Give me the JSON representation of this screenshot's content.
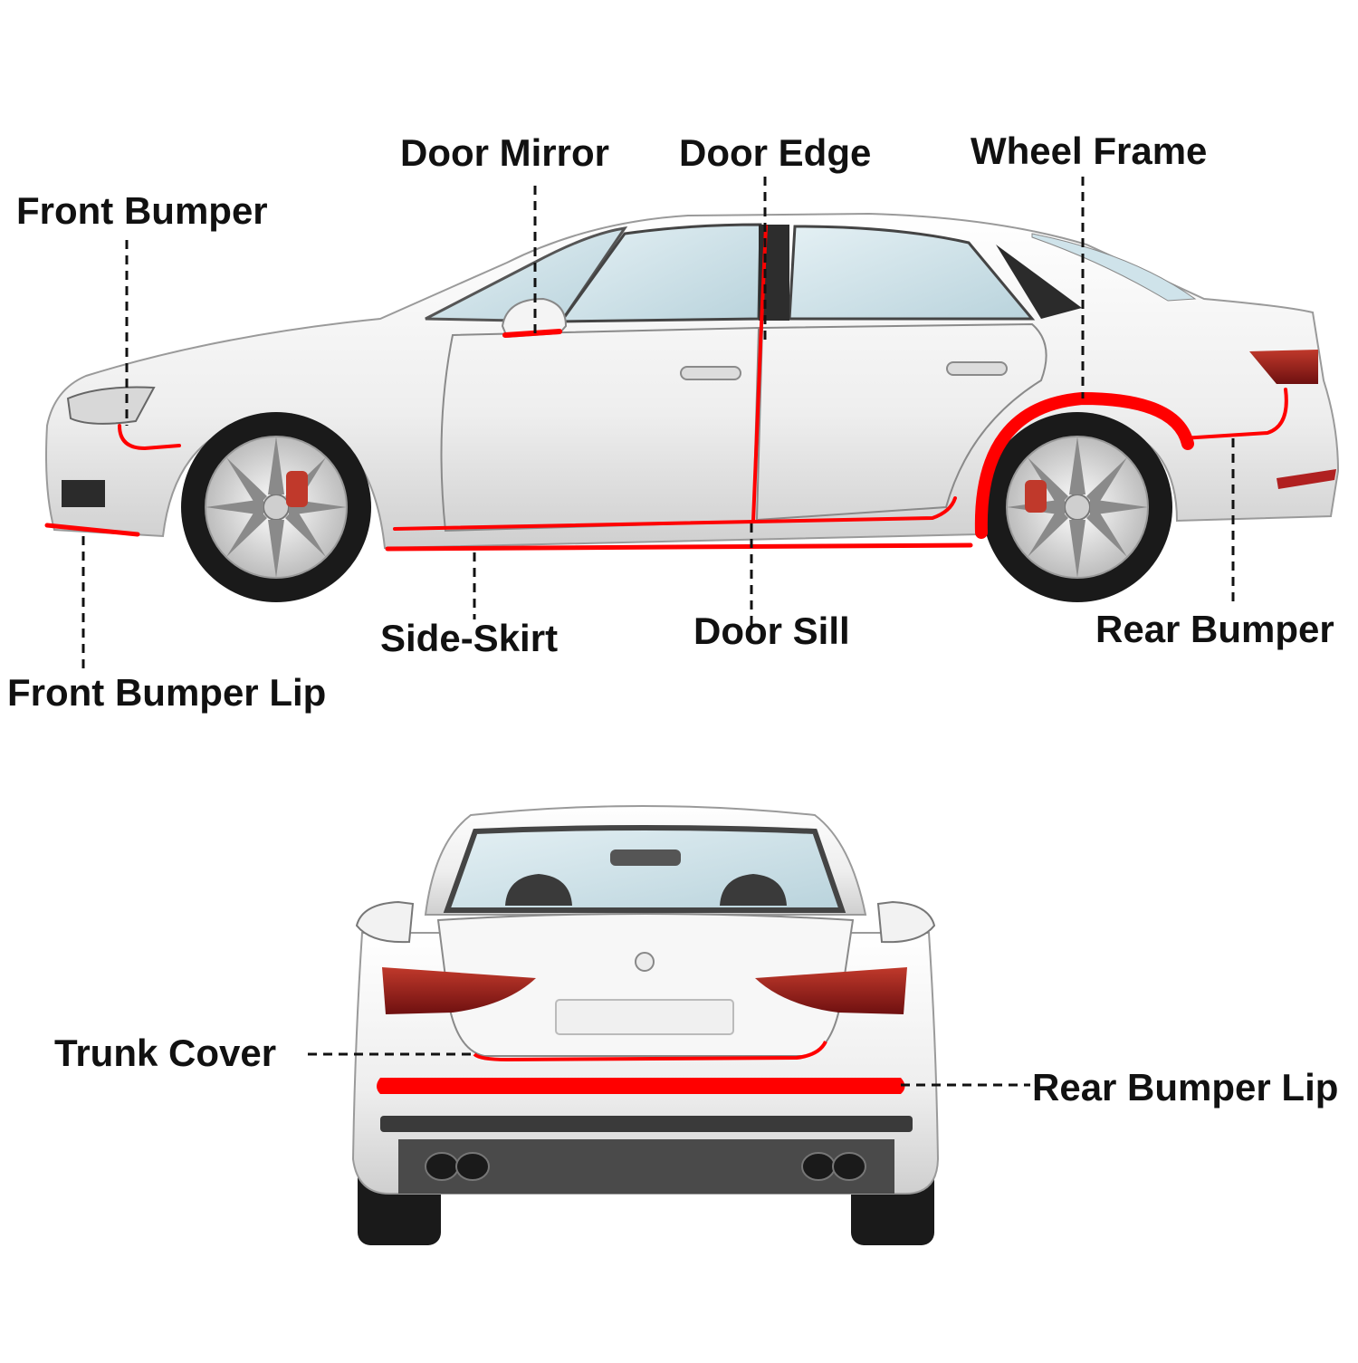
{
  "labels": {
    "front_bumper": "Front Bumper",
    "door_mirror": "Door Mirror",
    "door_edge": "Door Edge",
    "wheel_frame": "Wheel Frame",
    "side_skirt": "Side-Skirt",
    "door_sill": "Door Sill",
    "rear_bumper": "Rear Bumper",
    "front_bumper_lip": "Front Bumper Lip",
    "trunk_cover": "Trunk Cover",
    "rear_bumper_lip": "Rear Bumper Lip"
  },
  "colors": {
    "highlight": "#ff0000",
    "body": "#f2f2f2",
    "glass": "#cfe3ea",
    "tire": "#1a1a1a",
    "leader": "#111111"
  }
}
